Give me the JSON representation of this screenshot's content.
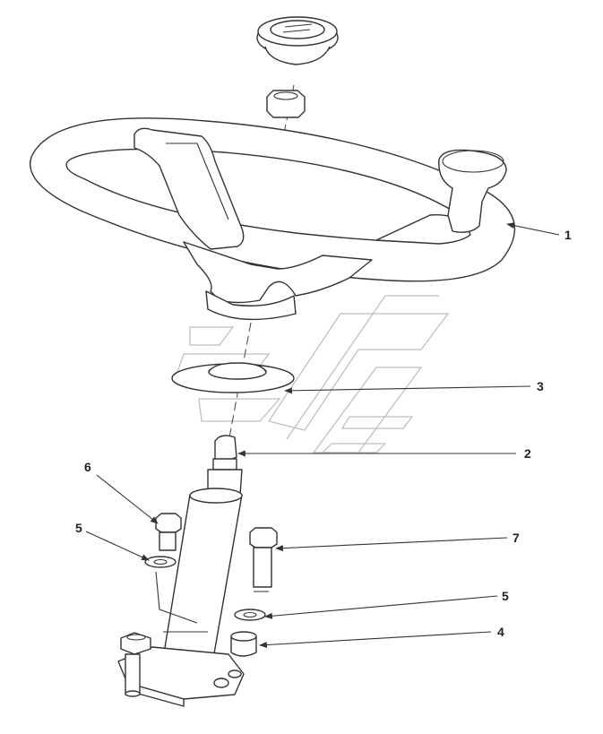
{
  "callouts": [
    {
      "id": "c1",
      "label": "1"
    },
    {
      "id": "c2",
      "label": "2"
    },
    {
      "id": "c3",
      "label": "3"
    },
    {
      "id": "c4",
      "label": "4"
    },
    {
      "id": "c5a",
      "label": "5"
    },
    {
      "id": "c5b",
      "label": "5"
    },
    {
      "id": "c6",
      "label": "6"
    },
    {
      "id": "c7",
      "label": "7"
    }
  ],
  "parts": {
    "1": "steering-wheel",
    "2": "steering-shaft",
    "3": "dust-cover",
    "4": "spacer",
    "5": "washer",
    "6": "bolt",
    "7": "bolt"
  }
}
